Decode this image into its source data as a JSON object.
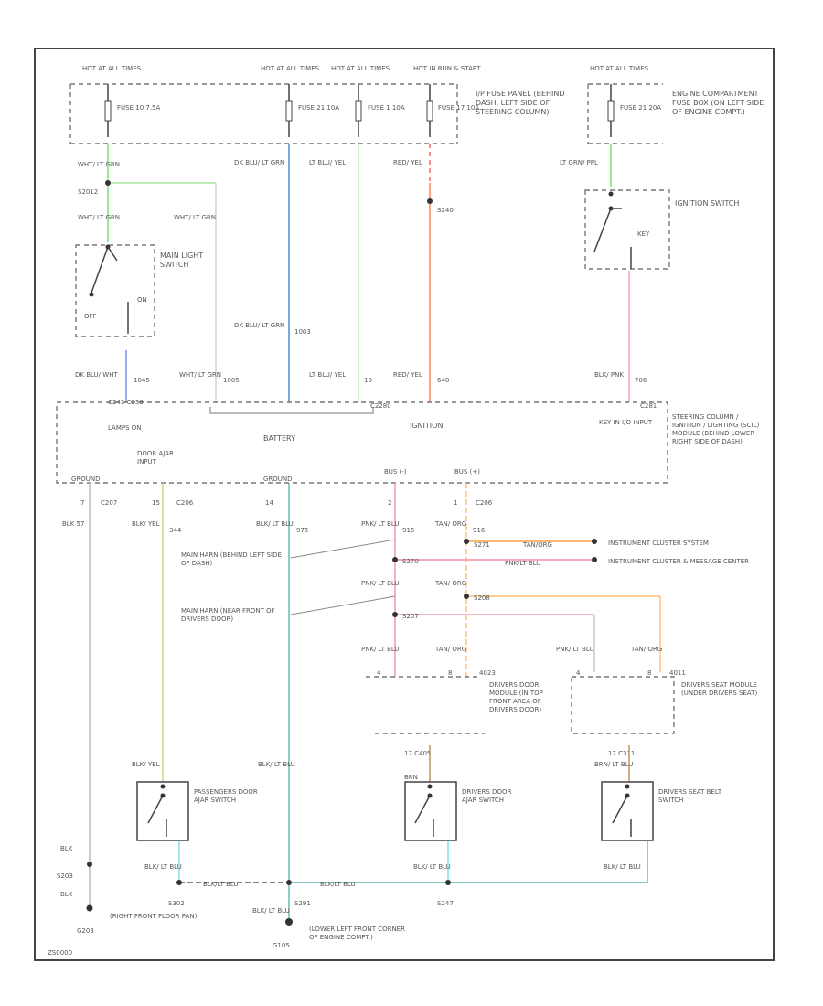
{
  "colors": {
    "green": "#6fe06f",
    "blue": "#3f86c6",
    "light_green": "#a8e8a0",
    "red": "#ff5a5a",
    "orange": "#ff9a40",
    "pink": "#f090a8",
    "yellow_green": "#c9d37a",
    "teal": "#5cb8b0",
    "orange_light": "#ffbe70",
    "pink_light": "#f2b6c8",
    "grey": "#b8b8b8",
    "cyan": "#70e0e8",
    "brown": "#b98a55",
    "text": "#555555",
    "frame": "#444444"
  },
  "labels": {
    "hot1": "HOT AT ALL TIMES",
    "hot2": "HOT AT ALL TIMES",
    "hot3": "HOT AT ALL TIMES",
    "hot4": "HOT IN RUN & START",
    "hot5": "HOT AT ALL TIMES",
    "fuse1": "FUSE 10 7.5A",
    "fuse2": "FUSE 21 10A",
    "fuse3": "FUSE 1 10A",
    "fuse4": "FUSE 17 10A",
    "fuse5": "FUSE 21 20A",
    "ip_fuse_panel": "I/P FUSE PANEL (BEHIND DASH, LEFT SIDE OF STEERING COLUMN)",
    "engine_fuse_box": "ENGINE COMPARTMENT FUSE BOX (ON LEFT SIDE OF ENGINE COMPT.)",
    "wire_wht_ltgrn": "WHT/ LT GRN",
    "splice_s2012": "S2012",
    "wire_dkblu_ltgrn": "DK BLU/ LT GRN",
    "wire_ltblu_yel": "LT BLU/ YEL",
    "wire_red_yel": "RED/ YEL",
    "splice_s240": "S240",
    "wire_ltgrn_ppl": "LT GRN/ PPL",
    "ignition_switch": "IGNITION SWITCH",
    "key": "KEY",
    "main_light_switch": "MAIN LIGHT SWITCH",
    "on": "ON",
    "off": "OFF",
    "wire_dkblu_wht": "DK BLU/ WHT",
    "c1045": "1045",
    "c1003": "1003",
    "c1005": "1005",
    "c19": "19",
    "c640": "640",
    "c706": "706",
    "wire_blk_pnk": "BLK/ PNK",
    "c241_c236": "C241  C236",
    "c2280": "C2280",
    "c281": "C281",
    "lamps_on": "LAMPS ON",
    "battery": "BATTERY",
    "ignition": "IGNITION",
    "key_in_input": "KEY IN I/O INPUT",
    "steering_module": "STEERING COLUMN / IGNITION / LIGHTING (SCIL) MODULE (BEHIND LOWER RIGHT SIDE OF DASH)",
    "ground": "GROUND",
    "door_ajar_input": "DOOR AJAR INPUT",
    "bus_minus": "BUS (-)",
    "bus_plus": "BUS (+)",
    "pin7": "7",
    "c207": "C207",
    "blk57": "BLK 57",
    "pin15": "15",
    "c206": "C206",
    "wire_blk_yel": "BLK/ YEL",
    "c344": "344",
    "pin14": "14",
    "wire_blk_ltblu": "BLK/ LT BLU",
    "c975": "975",
    "pin2": "2",
    "wire_pnk_ltblu": "PNK/ LT BLU",
    "c915": "915",
    "c916": "916",
    "pin1": "1",
    "c206b": "C206",
    "wire_tan_org": "TAN/ ORG",
    "s271": "S271",
    "s270": "S270",
    "s208": "S208",
    "s207": "S207",
    "tan_org_label": "TAN/ORG",
    "pnk_ltblu_label": "PNK/LT BLU",
    "instrument_cluster": "INSTRUMENT CLUSTER SYSTEM",
    "instrument_cluster2": "INSTRUMENT CLUSTER & MESSAGE CENTER",
    "main_harn1": "MAIN HARN (BEHIND LEFT SIDE OF DASH)",
    "main_harn2": "MAIN HARN (NEAR FRONT OF DRIVERS DOOR)",
    "c4": "4",
    "c8": "8",
    "c4_4": "4",
    "c8_8": "8",
    "c403": "4023",
    "c4011": "4011",
    "drivers_door_module": "DRIVERS DOOR MODULE (IN TOP FRONT AREA OF DRIVERS DOOR)",
    "drivers_seat_module": "DRIVERS SEAT MODULE (UNDER DRIVERS SEAT)",
    "wire_blk_yel2": "BLK/ YEL",
    "wire_blk_ltblu2": "BLK/ LT BLU",
    "c17_c405": "17  C405",
    "wire_brn": "BRN",
    "c17_c311": "17  C311",
    "wire_brn_ltblu": "BRN/ LT BLU",
    "passengers_door_switch": "PASSENGERS DOOR AJAR SWITCH",
    "drivers_door_switch": "DRIVERS DOOR AJAR SWITCH",
    "drivers_seat_belt": "DRIVERS SEAT BELT SWITCH",
    "wire_blk": "BLK",
    "s203": "S203",
    "wire_blk2": "BLK",
    "wire_blk_ltblu3": "BLK/ LT BLU",
    "wire_blk_ltblu4": "BLK/ LT BLU",
    "wire_blk_ltblu5": "BLK/ LT BLU",
    "mid_blk_ltblu1": "BLK/LT BLU",
    "mid_blk_ltblu2": "BLK/LT BLU",
    "s302": "S302",
    "s291": "S291",
    "s247": "S247",
    "g203": "G203",
    "right_front_floor": "(RIGHT FRONT FLOOR PAN)",
    "wire_blk_ltblu6": "BLK/ LT BLU",
    "g105": "G105",
    "lower_left_front": "(LOWER LEFT FRONT CORNER OF ENGINE COMPT.)",
    "diagram_id": "ZS0000"
  }
}
